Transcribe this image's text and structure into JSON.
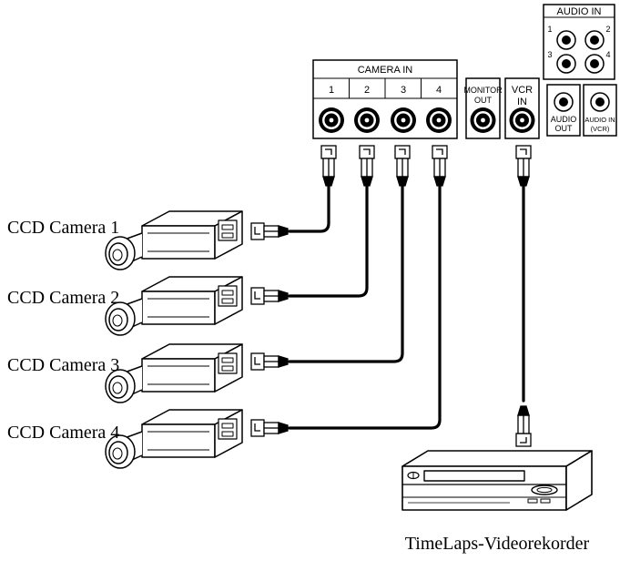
{
  "cameras": [
    {
      "label": "CCD Camera 1"
    },
    {
      "label": "CCD Camera 2"
    },
    {
      "label": "CCD Camera 3"
    },
    {
      "label": "CCD Camera 4"
    }
  ],
  "panel": {
    "camera_in_title": "CAMERA IN",
    "camera_in_ports": [
      "1",
      "2",
      "3",
      "4"
    ],
    "monitor_out_line1": "MONITOR",
    "monitor_out_line2": "OUT",
    "vcr_in_line1": "VCR",
    "vcr_in_line2": "IN",
    "audio_in_title": "AUDIO IN",
    "audio_in_ports": [
      "1",
      "2",
      "3",
      "4"
    ],
    "audio_out_line1": "AUDIO",
    "audio_out_line2": "OUT",
    "audio_in_vcr_line1": "AUDIO IN",
    "audio_in_vcr_line2": "(VCR)"
  },
  "recorder": {
    "label": "TimeLaps-Videorekorder"
  }
}
